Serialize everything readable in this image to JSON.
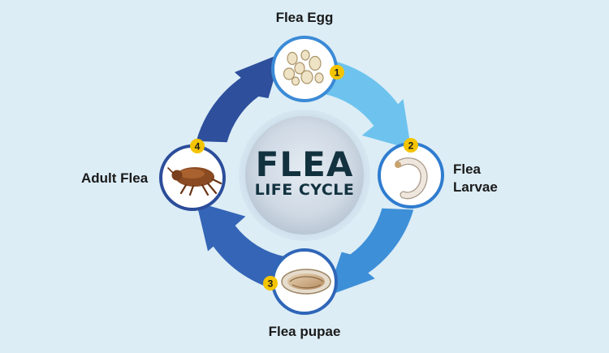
{
  "diagram": {
    "title": "FLEA",
    "subtitle": "LIFE CYCLE",
    "stages": [
      {
        "number": "1",
        "label": "Flea Egg",
        "icon": "flea-eggs-icon"
      },
      {
        "number": "2",
        "label_line1": "Flea",
        "label_line2": "Larvae",
        "icon": "flea-larva-icon"
      },
      {
        "number": "3",
        "label": "Flea pupae",
        "icon": "flea-pupa-icon"
      },
      {
        "number": "4",
        "label": "Adult Flea",
        "icon": "adult-flea-icon"
      }
    ]
  },
  "colors": {
    "background": "#dcedf6",
    "arrow_light": "#6dc3ee",
    "arrow_mid": "#3d8fd8",
    "arrow_dark": "#2d4f9c",
    "badge": "#f4c400",
    "node_ring": "#2f6fc0",
    "text": "#12323f"
  }
}
